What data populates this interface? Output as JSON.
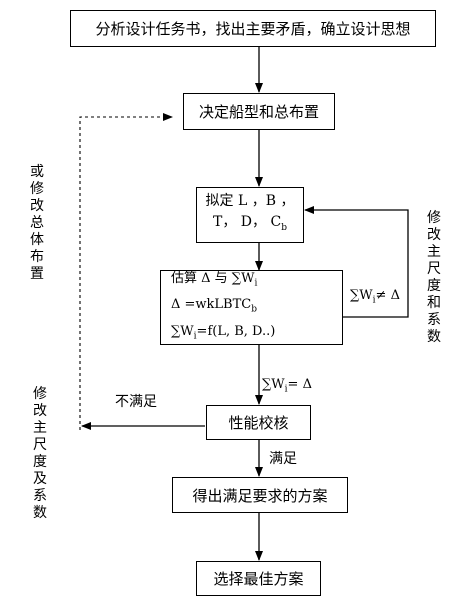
{
  "boxes": {
    "analyze": "分析设计任务书，找出主要矛盾，确立设计思想",
    "decide": "决定船型和总布置",
    "draft_line1": "拟定 L ，B ，",
    "draft_line2_a": "T， D， C",
    "draft_line2_b": "b",
    "estimate_line1_a": "估算 Δ 与 ∑W",
    "estimate_line1_b": "i",
    "estimate_line2_a": "Δ =wkLBTC",
    "estimate_line2_b": "b",
    "estimate_line3_a": "∑W",
    "estimate_line3_b": "i",
    "estimate_line3_c": "=f(L, B, D..)",
    "check": "性能校核",
    "result": "得出满足要求的方案",
    "select": "选择最佳方案"
  },
  "labels": {
    "neq_a": "∑W",
    "neq_b": "i",
    "neq_c": "≠ Δ",
    "eq_a": "∑W",
    "eq_b": "i",
    "eq_c": "= Δ",
    "not_satisfied": "不满足",
    "satisfied": "满足",
    "modify_layout": [
      "或",
      "修",
      "改",
      "总",
      "体",
      "布",
      "置"
    ],
    "modify_dims_right": [
      "修",
      "改",
      "主",
      "尺",
      "度",
      "和",
      "系",
      "数"
    ],
    "modify_dims_left": [
      "修",
      "改",
      "主",
      "尺",
      "度",
      "及",
      "系",
      "数"
    ]
  }
}
